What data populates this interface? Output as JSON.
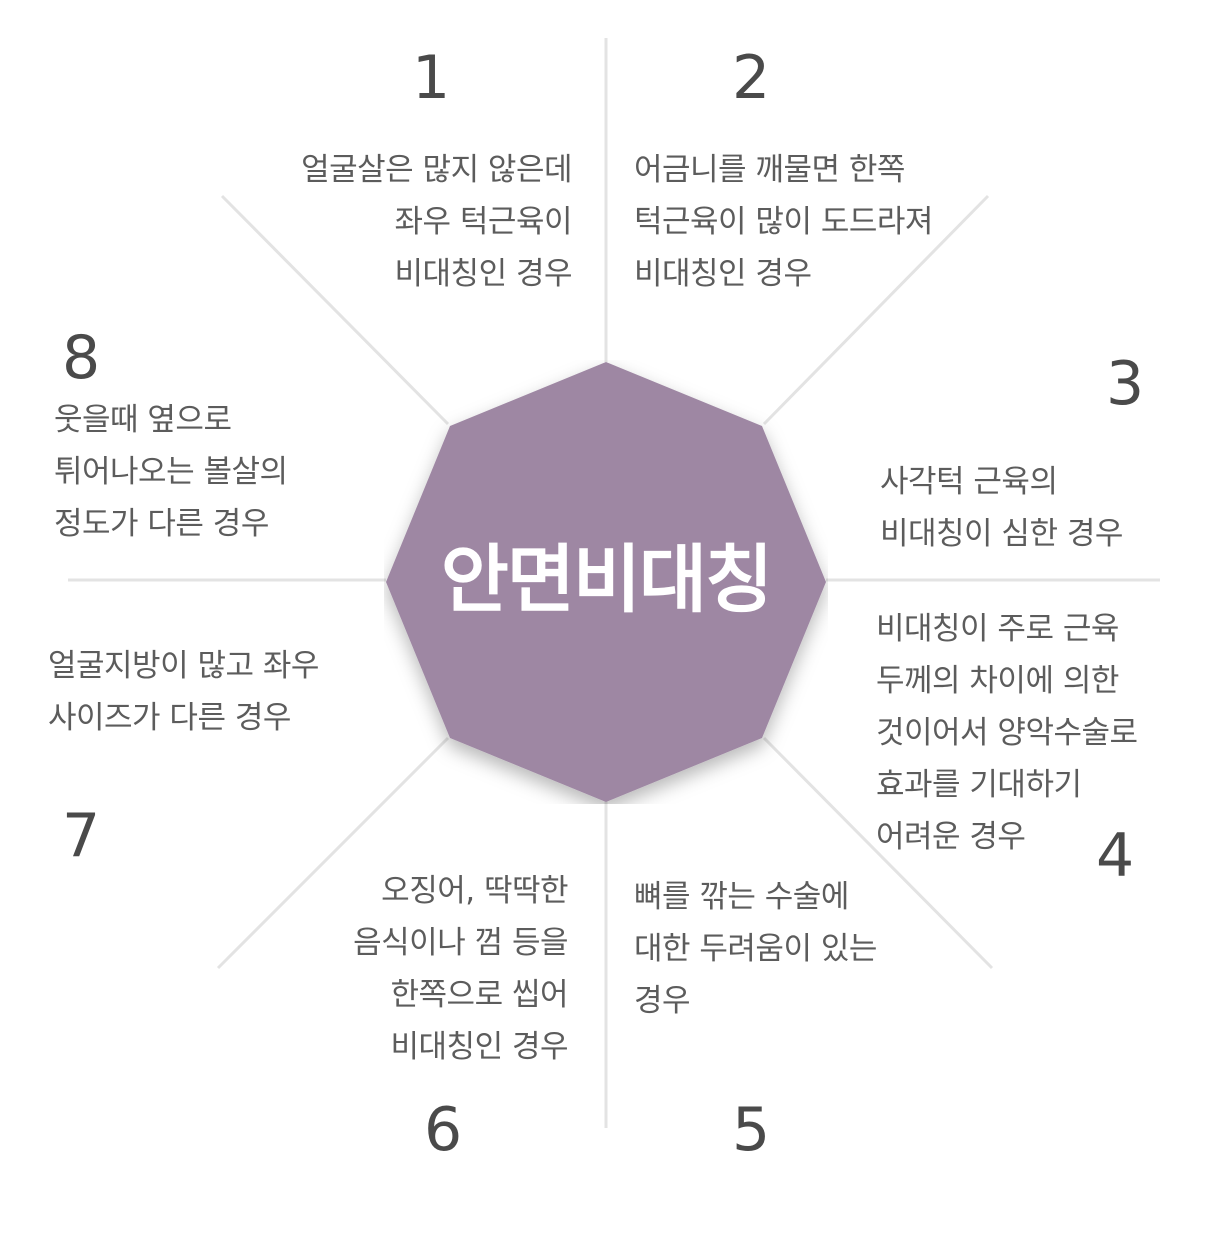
{
  "center_label": "안면비대칭",
  "colors": {
    "octagon_fill": "#9e87a3",
    "divider": "#e3e3e3",
    "text": "#5c5c5c",
    "number": "#4a4a4a"
  },
  "items": [
    {
      "number": "1",
      "lines": [
        "얼굴살은 많지 않은데",
        "좌우 턱근육이",
        "비대칭인 경우"
      ]
    },
    {
      "number": "2",
      "lines": [
        "어금니를 깨물면 한쪽",
        "턱근육이 많이 도드라져",
        "비대칭인 경우"
      ]
    },
    {
      "number": "3",
      "lines": [
        "사각턱 근육의",
        "비대칭이 심한 경우"
      ]
    },
    {
      "number": "4",
      "lines": [
        "비대칭이 주로 근육",
        "두께의 차이에 의한",
        "것이어서 양악수술로",
        "효과를 기대하기",
        "어려운 경우"
      ]
    },
    {
      "number": "5",
      "lines": [
        "뼈를 깎는 수술에",
        "대한 두려움이 있는",
        "경우"
      ]
    },
    {
      "number": "6",
      "lines": [
        "오징어, 딱딱한",
        "음식이나 껌 등을",
        "한쪽으로 씹어",
        "비대칭인 경우"
      ]
    },
    {
      "number": "7",
      "lines": [
        "얼굴지방이 많고 좌우",
        "사이즈가 다른 경우"
      ]
    },
    {
      "number": "8",
      "lines": [
        "웃을때 옆으로",
        "튀어나오는 볼살의",
        "정도가 다른 경우"
      ]
    }
  ]
}
